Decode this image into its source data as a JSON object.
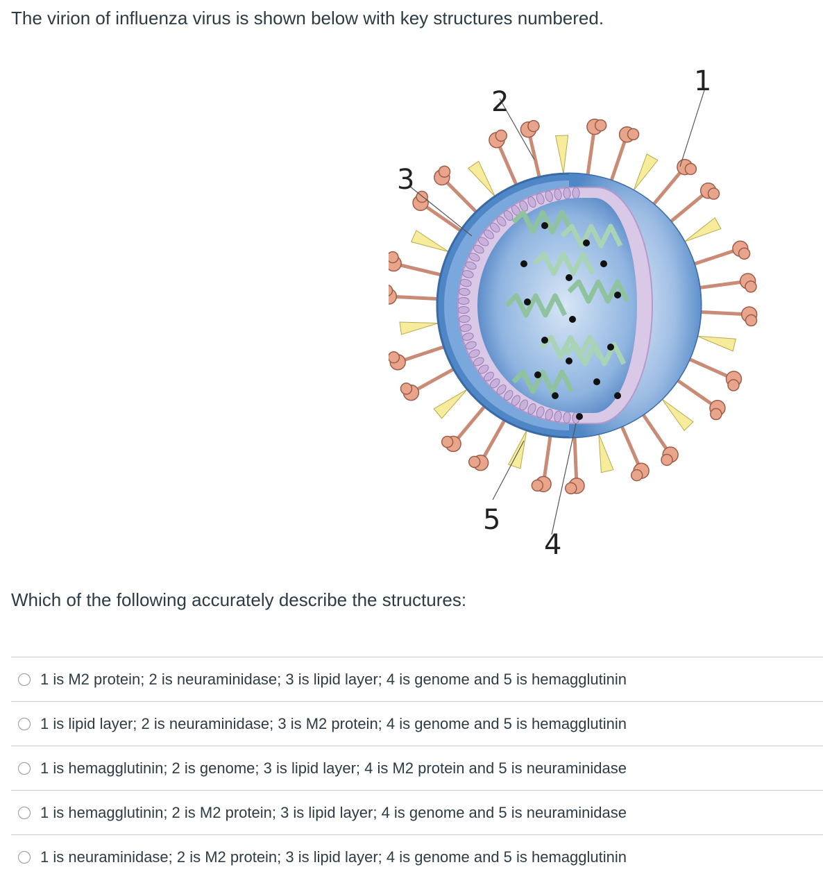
{
  "question": {
    "text": "The virion of influenza virus is shown below with key structures numbered.",
    "prompt": "Which of the following accurately describe the structures:"
  },
  "figure": {
    "labels": [
      "1",
      "2",
      "3",
      "4",
      "5"
    ]
  },
  "answers": [
    {
      "label": "1 is M2 protein; 2 is neuraminidase; 3 is lipid layer; 4 is genome and 5 is hemagglutinin"
    },
    {
      "label": "1 is lipid layer; 2 is neuraminidase; 3 is M2 protein; 4 is genome and 5 is hemagglutinin"
    },
    {
      "label": "1 is hemagglutinin; 2 is genome; 3 is lipid layer; 4 is M2 protein and 5 is neuraminidase"
    },
    {
      "label": "1 is hemagglutinin; 2 is M2 protein; 3 is lipid layer; 4 is genome and 5 is neuraminidase"
    },
    {
      "label": "1 is neuraminidase; 2 is M2 protein; 3 is lipid layer; 4 is genome and 5 is hemagglutinin"
    }
  ],
  "colors": {
    "text": "#2d3b45",
    "divider": "#c7cdd1",
    "virion_outer": "#4f86c6",
    "virion_inner": "#6f9fd6",
    "matrix": "#d9c8e6",
    "spike_pink": "#e9a48c",
    "spike_yellow": "#f7ec9c",
    "rna_green": "#8fc3a0"
  }
}
